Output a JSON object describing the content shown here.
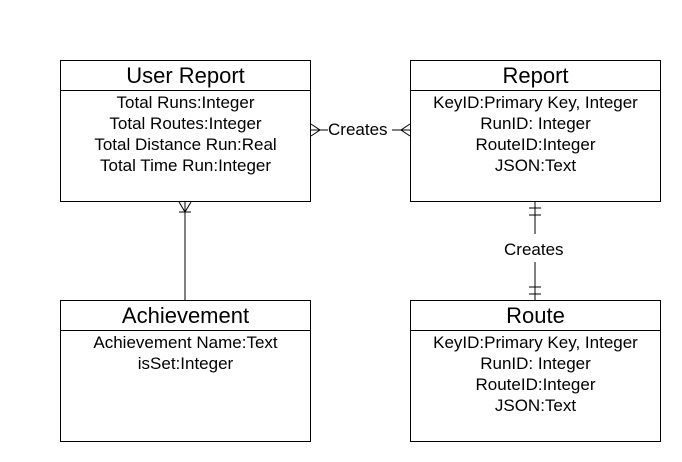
{
  "entities": {
    "user_report": {
      "title": "User Report",
      "attributes": [
        "Total Runs:Integer",
        "Total Routes:Integer",
        "Total Distance Run:Real",
        "Total Time Run:Integer"
      ]
    },
    "report": {
      "title": "Report",
      "attributes": [
        "KeyID:Primary Key, Integer",
        "RunID: Integer",
        "RouteID:Integer",
        "JSON:Text"
      ]
    },
    "achievement": {
      "title": "Achievement",
      "attributes": [
        "Achievement Name:Text",
        "isSet:Integer"
      ]
    },
    "route": {
      "title": "Route",
      "attributes": [
        "KeyID:Primary Key, Integer",
        "RunID: Integer",
        "RouteID:Integer",
        "JSON:Text"
      ]
    }
  },
  "relationships": [
    {
      "from": "User Report",
      "to": "Report",
      "label": "Creates",
      "from_end": "many",
      "to_end": "many"
    },
    {
      "from": "Report",
      "to": "Route",
      "label": "Creates",
      "from_end": "one-and-only-one",
      "to_end": "one-and-only-one"
    },
    {
      "from": "User Report",
      "to": "Achievement",
      "label": "",
      "from_end": "one-or-many",
      "to_end": "none"
    }
  ]
}
